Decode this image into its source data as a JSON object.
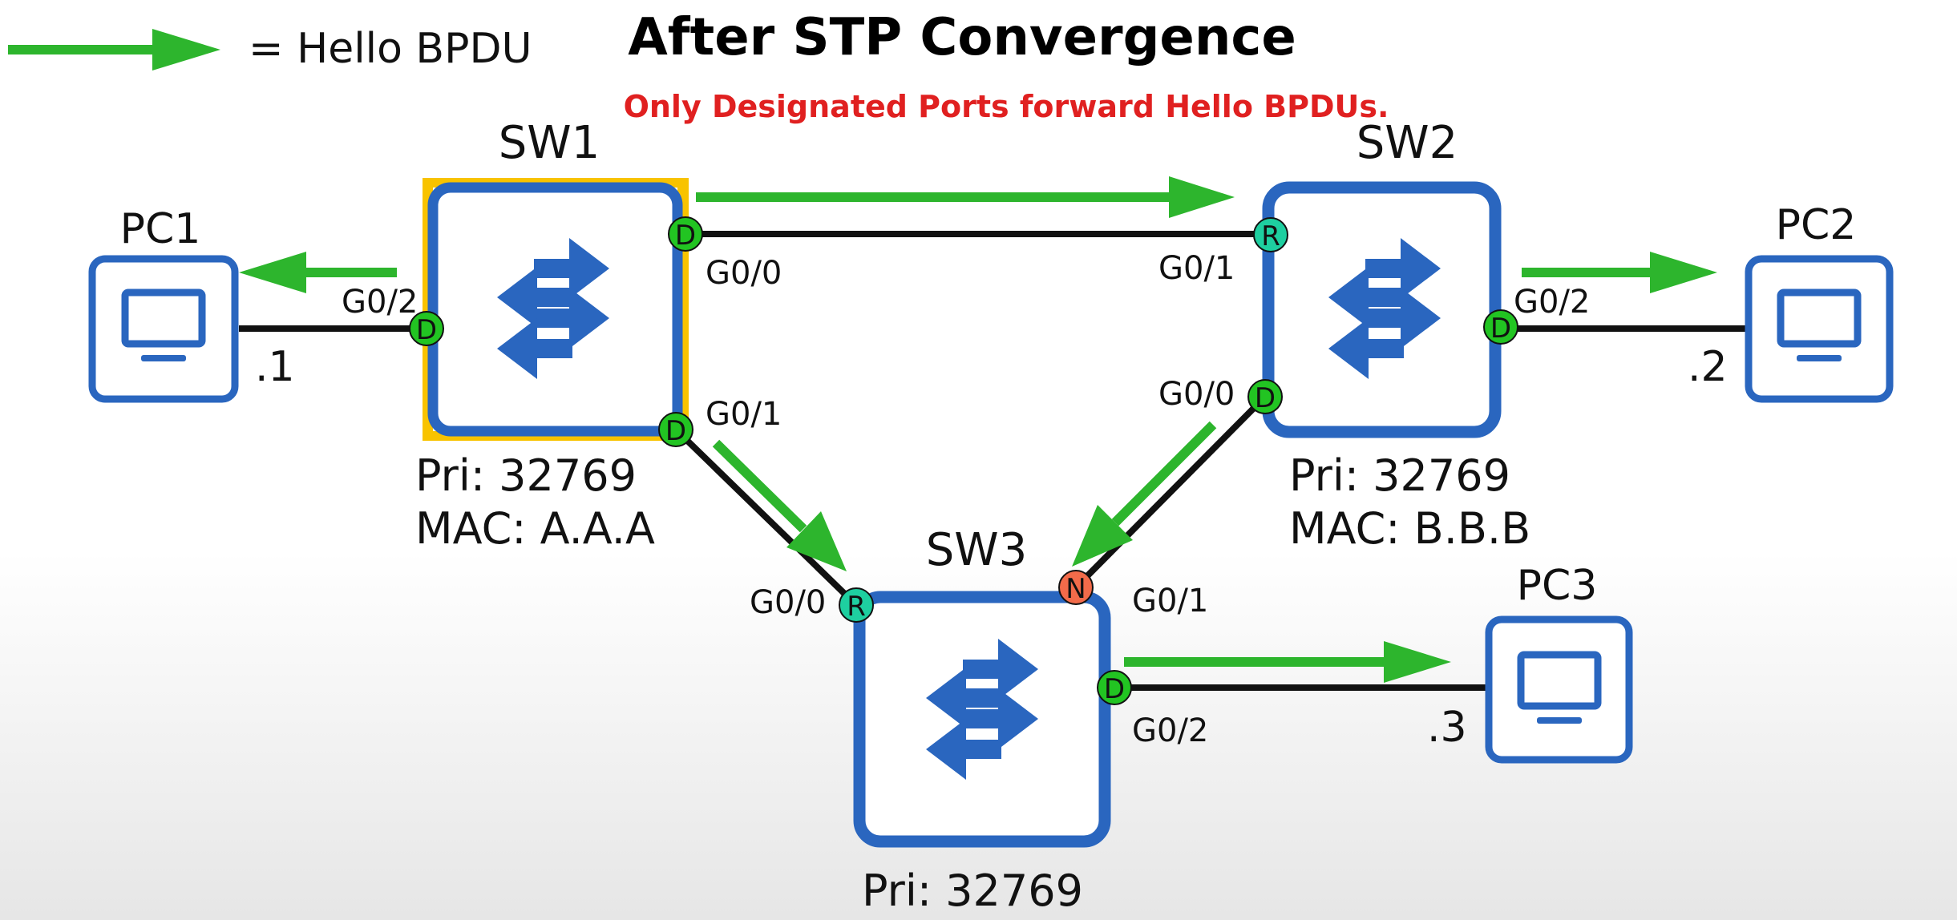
{
  "legend": {
    "label": "= Hello BPDU"
  },
  "title": "After STP Convergence",
  "subtitle": "Only Designated Ports forward Hello BPDUs.",
  "colors": {
    "switch_blue": "#2a66bf",
    "root_highlight": "#f8c300",
    "bpdu_arrow": "#2db52d",
    "designated_port": "#22c422",
    "root_port": "#1ecfa0",
    "non_designated_port": "#f26b4a",
    "subtitle_red": "#e02020"
  },
  "switches": {
    "sw1": {
      "name": "SW1",
      "priority": "Pri: 32769",
      "mac": "MAC: A.A.A"
    },
    "sw2": {
      "name": "SW2",
      "priority": "Pri: 32769",
      "mac": "MAC: B.B.B"
    },
    "sw3": {
      "name": "SW3",
      "priority": "Pri: 32769"
    }
  },
  "pcs": {
    "pc1": {
      "name": "PC1",
      "ip": ".1"
    },
    "pc2": {
      "name": "PC2",
      "ip": ".2"
    },
    "pc3": {
      "name": "PC3",
      "ip": ".3"
    }
  },
  "ports": {
    "sw1_g00": {
      "label": "G0/0",
      "role": "D"
    },
    "sw1_g01": {
      "label": "G0/1",
      "role": "D"
    },
    "sw1_g02": {
      "label": "G0/2",
      "role": "D"
    },
    "sw2_g01": {
      "label": "G0/1",
      "role": "R"
    },
    "sw2_g00": {
      "label": "G0/0",
      "role": "D"
    },
    "sw2_g02": {
      "label": "G0/2",
      "role": "D"
    },
    "sw3_g00": {
      "label": "G0/0",
      "role": "R"
    },
    "sw3_g01": {
      "label": "G0/1",
      "role": "N"
    },
    "sw3_g02": {
      "label": "G0/2",
      "role": "D"
    }
  }
}
